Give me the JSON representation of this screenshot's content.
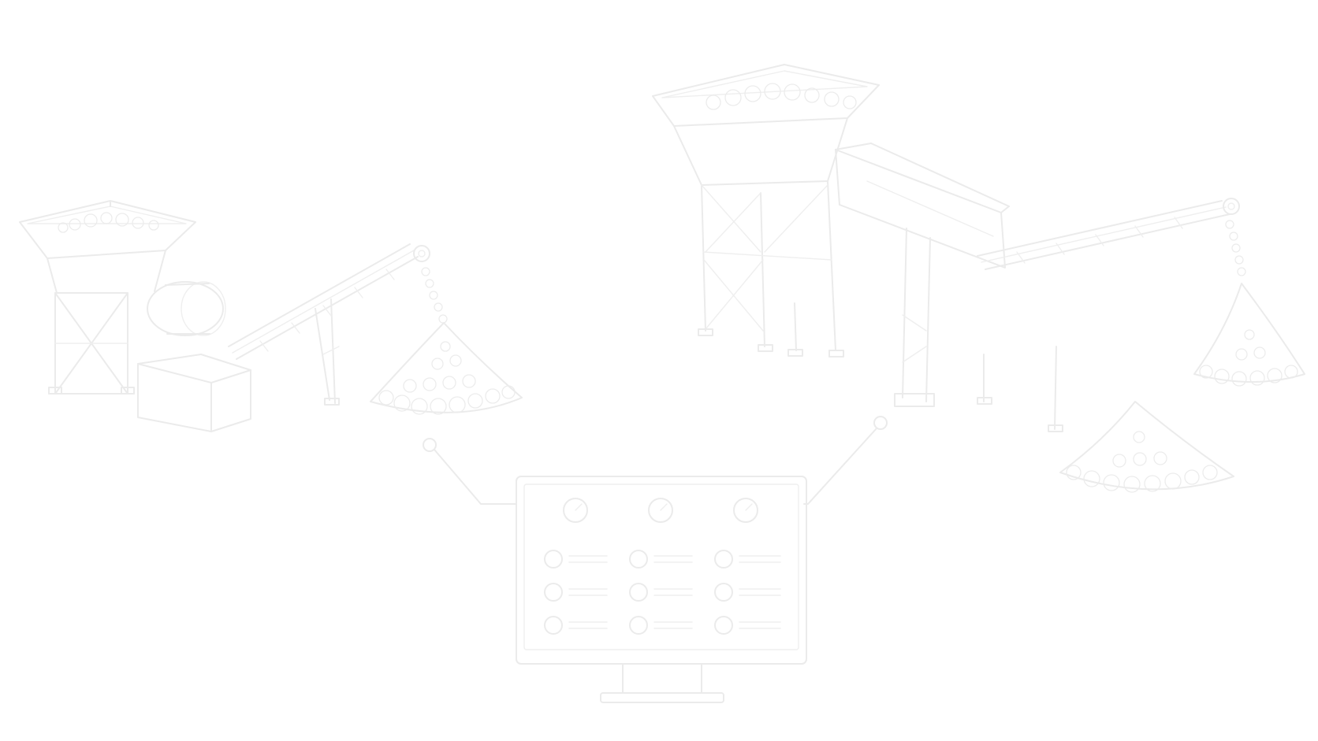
{
  "illustration": {
    "line_color": "#ebebeb",
    "background_color": "#ffffff",
    "components": [
      "left-crushing-plant",
      "right-crushing-plant",
      "control-monitor",
      "connector-lines"
    ],
    "monitor": {
      "gauge_count": 3,
      "indicator_rows": 3,
      "indicator_columns": 3
    }
  }
}
